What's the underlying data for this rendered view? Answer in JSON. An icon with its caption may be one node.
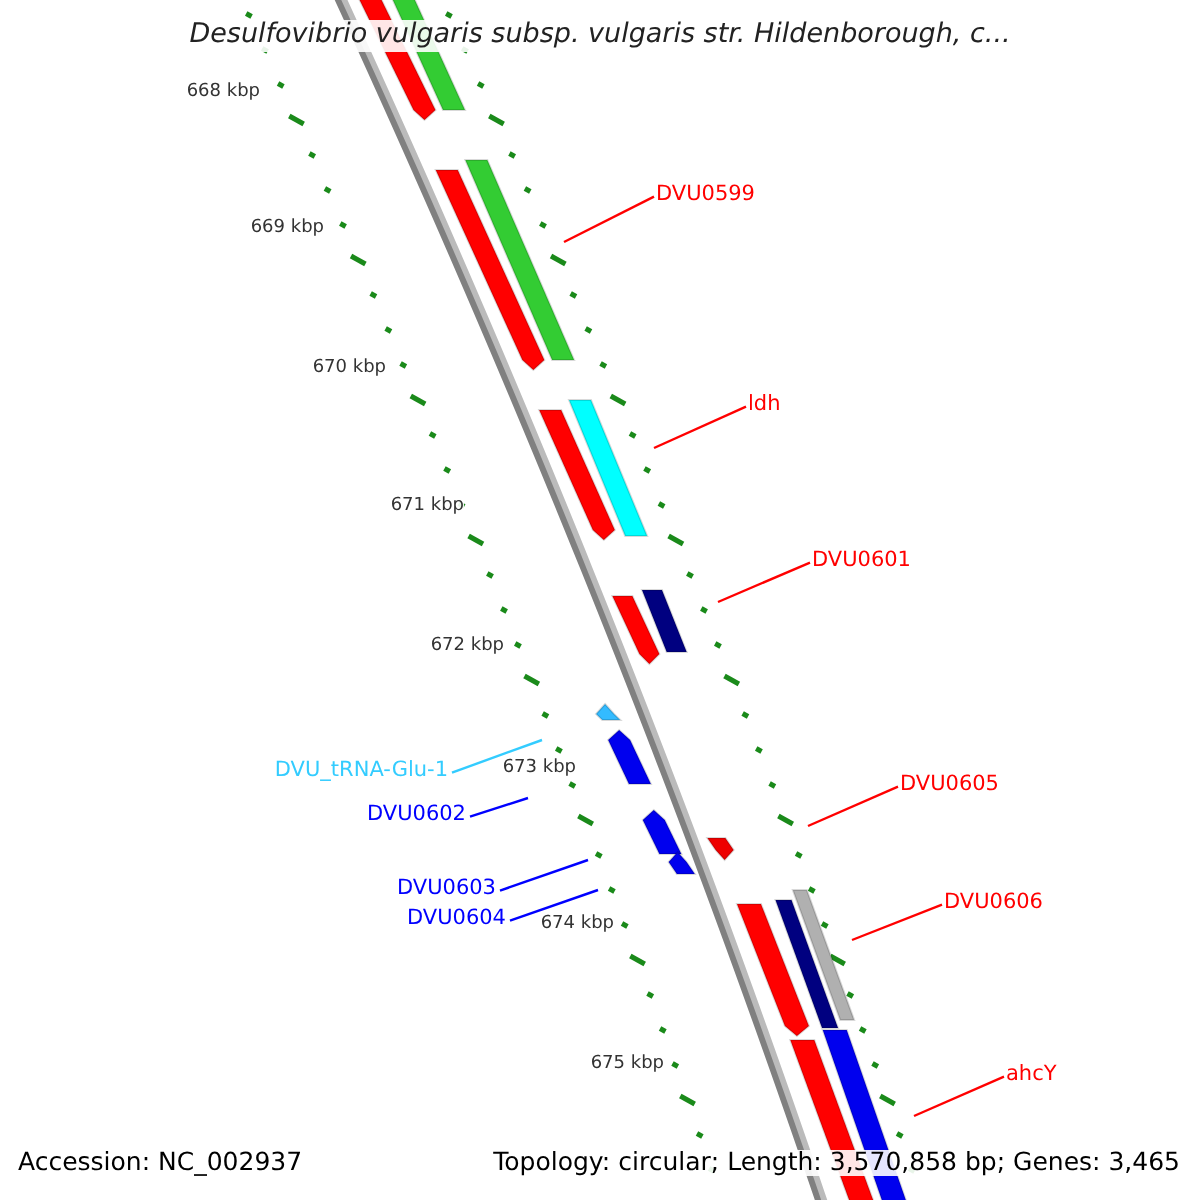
{
  "diagram": {
    "title": "Desulfovibrio vulgaris subsp. vulgaris str. Hildenborough, c...",
    "nodes": [
      {
        "text": [
          "DVU0599"
        ]
      },
      {
        "text": [
          "ldh"
        ]
      },
      {
        "text": [
          "DVU0601"
        ]
      },
      {
        "text": [
          "DVU_tRNA-Glu-1"
        ]
      },
      {
        "text": [
          "DVU0602"
        ]
      },
      {
        "text": [
          "DVU0605"
        ]
      },
      {
        "text": [
          "DVU0603"
        ]
      },
      {
        "text": [
          "DVU0604"
        ]
      },
      {
        "text": [
          "DVU0606"
        ]
      },
      {
        "text": [
          "ahcY"
        ]
      }
    ],
    "edges": [
      {
        "from": 0,
        "to": null,
        "arrow": "none"
      },
      {
        "from": 1,
        "to": null,
        "arrow": "none"
      },
      {
        "from": 2,
        "to": null,
        "arrow": "none"
      },
      {
        "from": 3,
        "to": null,
        "arrow": "none",
        "color": "#33ccff"
      },
      {
        "from": 4,
        "to": null,
        "arrow": "none",
        "color": "#0000ff"
      },
      {
        "from": 5,
        "to": null,
        "arrow": "none"
      },
      {
        "from": 6,
        "to": null,
        "arrow": "none",
        "color": "#0000ff"
      },
      {
        "from": 7,
        "to": null,
        "arrow": "none",
        "color": "#0000ff"
      },
      {
        "from": 8,
        "to": null,
        "arrow": "none"
      },
      {
        "from": 9,
        "to": null,
        "arrow": "none"
      }
    ],
    "labels": [
      "668 kbp",
      "669 kbp",
      "670 kbp",
      "671 kbp",
      "672 kbp",
      "673 kbp",
      "674 kbp",
      "675 kbp",
      "Accession: NC_002937",
      "Topology: circular; Length: 3,570,858 bp; Genes: 3,465"
    ]
  }
}
